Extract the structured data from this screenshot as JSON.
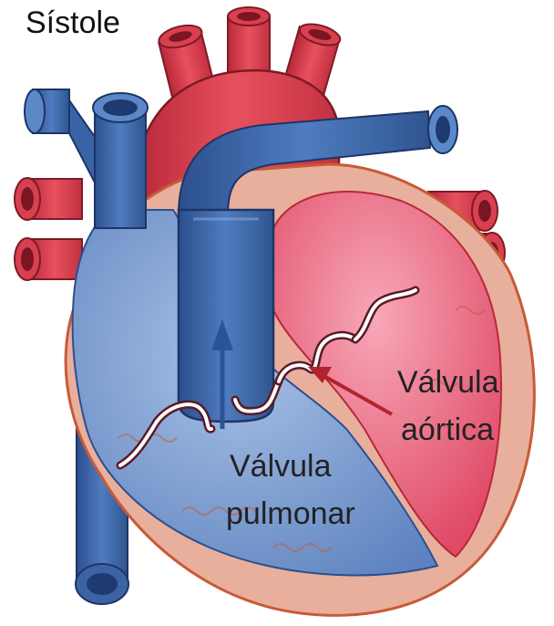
{
  "title": "Sístole",
  "labels": {
    "aortic_valve_line1": "Válvula",
    "aortic_valve_line2": "aórtica",
    "pulmonary_valve_line1": "Válvula",
    "pulmonary_valve_line2": "pulmonar"
  },
  "colors": {
    "oxygenated": "#e2404f",
    "deoxygenated": "#3a63a6",
    "left_chamber": "#ee6f86",
    "right_chamber": "#7f9fd0",
    "myocardium": "#e8b09c",
    "outline": "#c85a38",
    "arrow_blue": "#2b5496",
    "arrow_red": "#b2232f"
  }
}
